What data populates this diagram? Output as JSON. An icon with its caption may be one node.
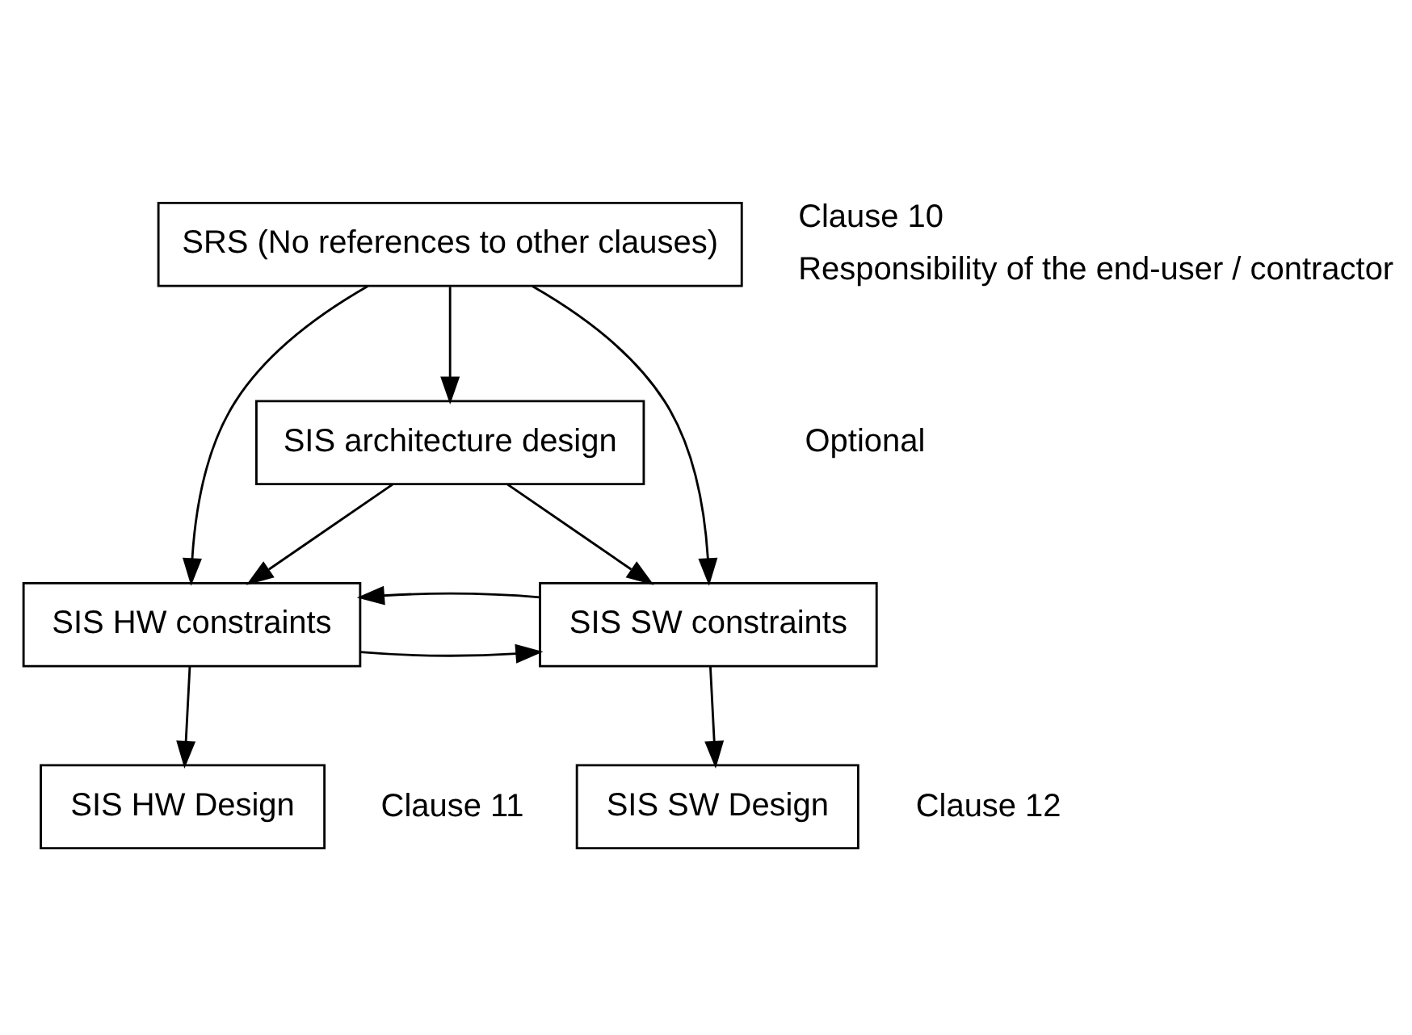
{
  "diagram": {
    "nodes": [
      {
        "text": [
          "SRS (No references to other clauses)"
        ],
        "beside": [
          "Clause 10",
          "Responsibility of the end-user / contractor"
        ]
      },
      {
        "text": [
          "SIS architecture design"
        ]
      },
      {
        "text": [
          "SIS HW constraints"
        ]
      },
      {
        "text": [
          "SIS SW constraints"
        ]
      },
      {
        "text": [
          "SIS HW Design"
        ],
        "beside": [
          "Clause 11"
        ]
      },
      {
        "text": [
          "SIS SW Design"
        ],
        "beside": [
          "Clause 12"
        ]
      }
    ],
    "edges": [
      {
        "from": 0,
        "to": 1,
        "arrow": "to"
      },
      {
        "from": 0,
        "to": 2,
        "arrow": "to"
      },
      {
        "from": 0,
        "to": 3,
        "arrow": "to"
      },
      {
        "from": 1,
        "to": 2,
        "arrow": "to"
      },
      {
        "from": 1,
        "to": 3,
        "arrow": "to"
      },
      {
        "from": 2,
        "to": 3,
        "arrow": "to"
      },
      {
        "from": 3,
        "to": 2,
        "arrow": "to"
      },
      {
        "from": 2,
        "to": 4,
        "arrow": "to"
      },
      {
        "from": 3,
        "to": 5,
        "arrow": "to"
      }
    ],
    "labels": [
      "Optional"
    ]
  }
}
